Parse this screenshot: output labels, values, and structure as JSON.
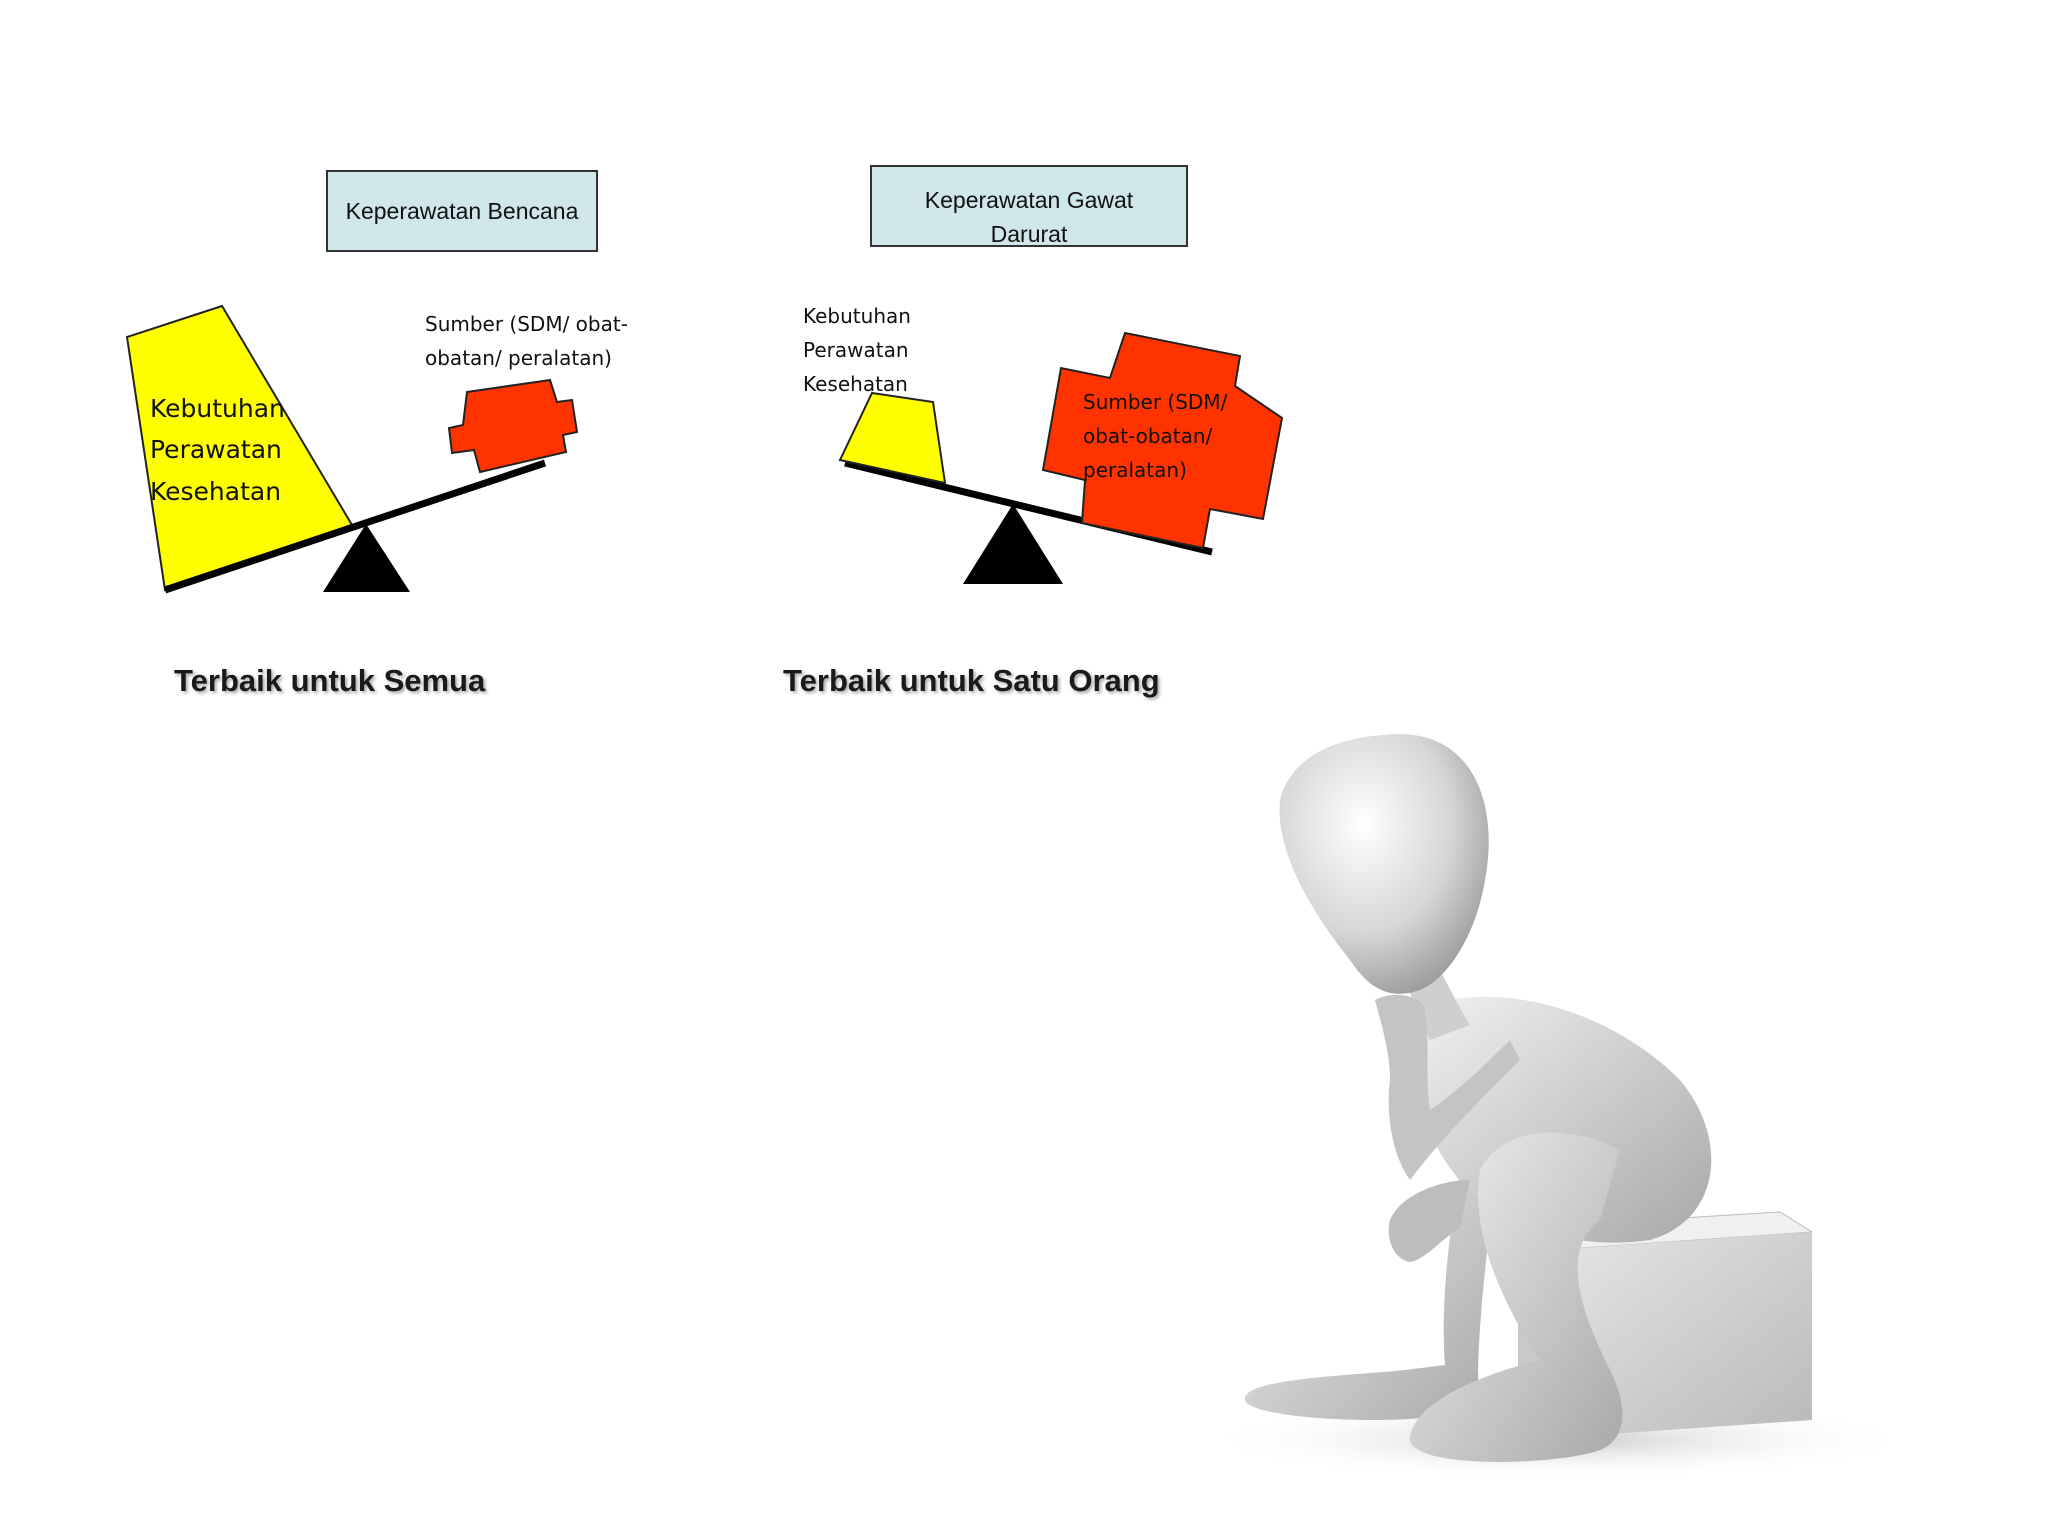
{
  "slide": {
    "left_panel": {
      "title": "Keperawatan Bencana",
      "load_label": [
        "Kebutuhan",
        "Perawatan",
        "Kesehatan"
      ],
      "resource_label": [
        "Sumber (SDM/ obat-",
        "obatan/ peralatan)"
      ],
      "caption": "Terbaik untuk Semua"
    },
    "right_panel": {
      "title": "Keperawatan Gawat Darurat",
      "load_label": [
        "Kebutuhan",
        "Perawatan",
        "Kesehatan"
      ],
      "resource_label": [
        "Sumber (SDM/",
        "obat-obatan/",
        "peralatan)"
      ],
      "caption": "Terbaik untuk Satu Orang"
    }
  },
  "colors": {
    "need_fill": "#ffff00",
    "resource_fill": "#ff3300",
    "box_fill": "#cfe7ea",
    "beam": "#000000",
    "figure": "#d9d9d9"
  },
  "icons": [
    "balance-scale-icon",
    "thinking-person-icon"
  ]
}
